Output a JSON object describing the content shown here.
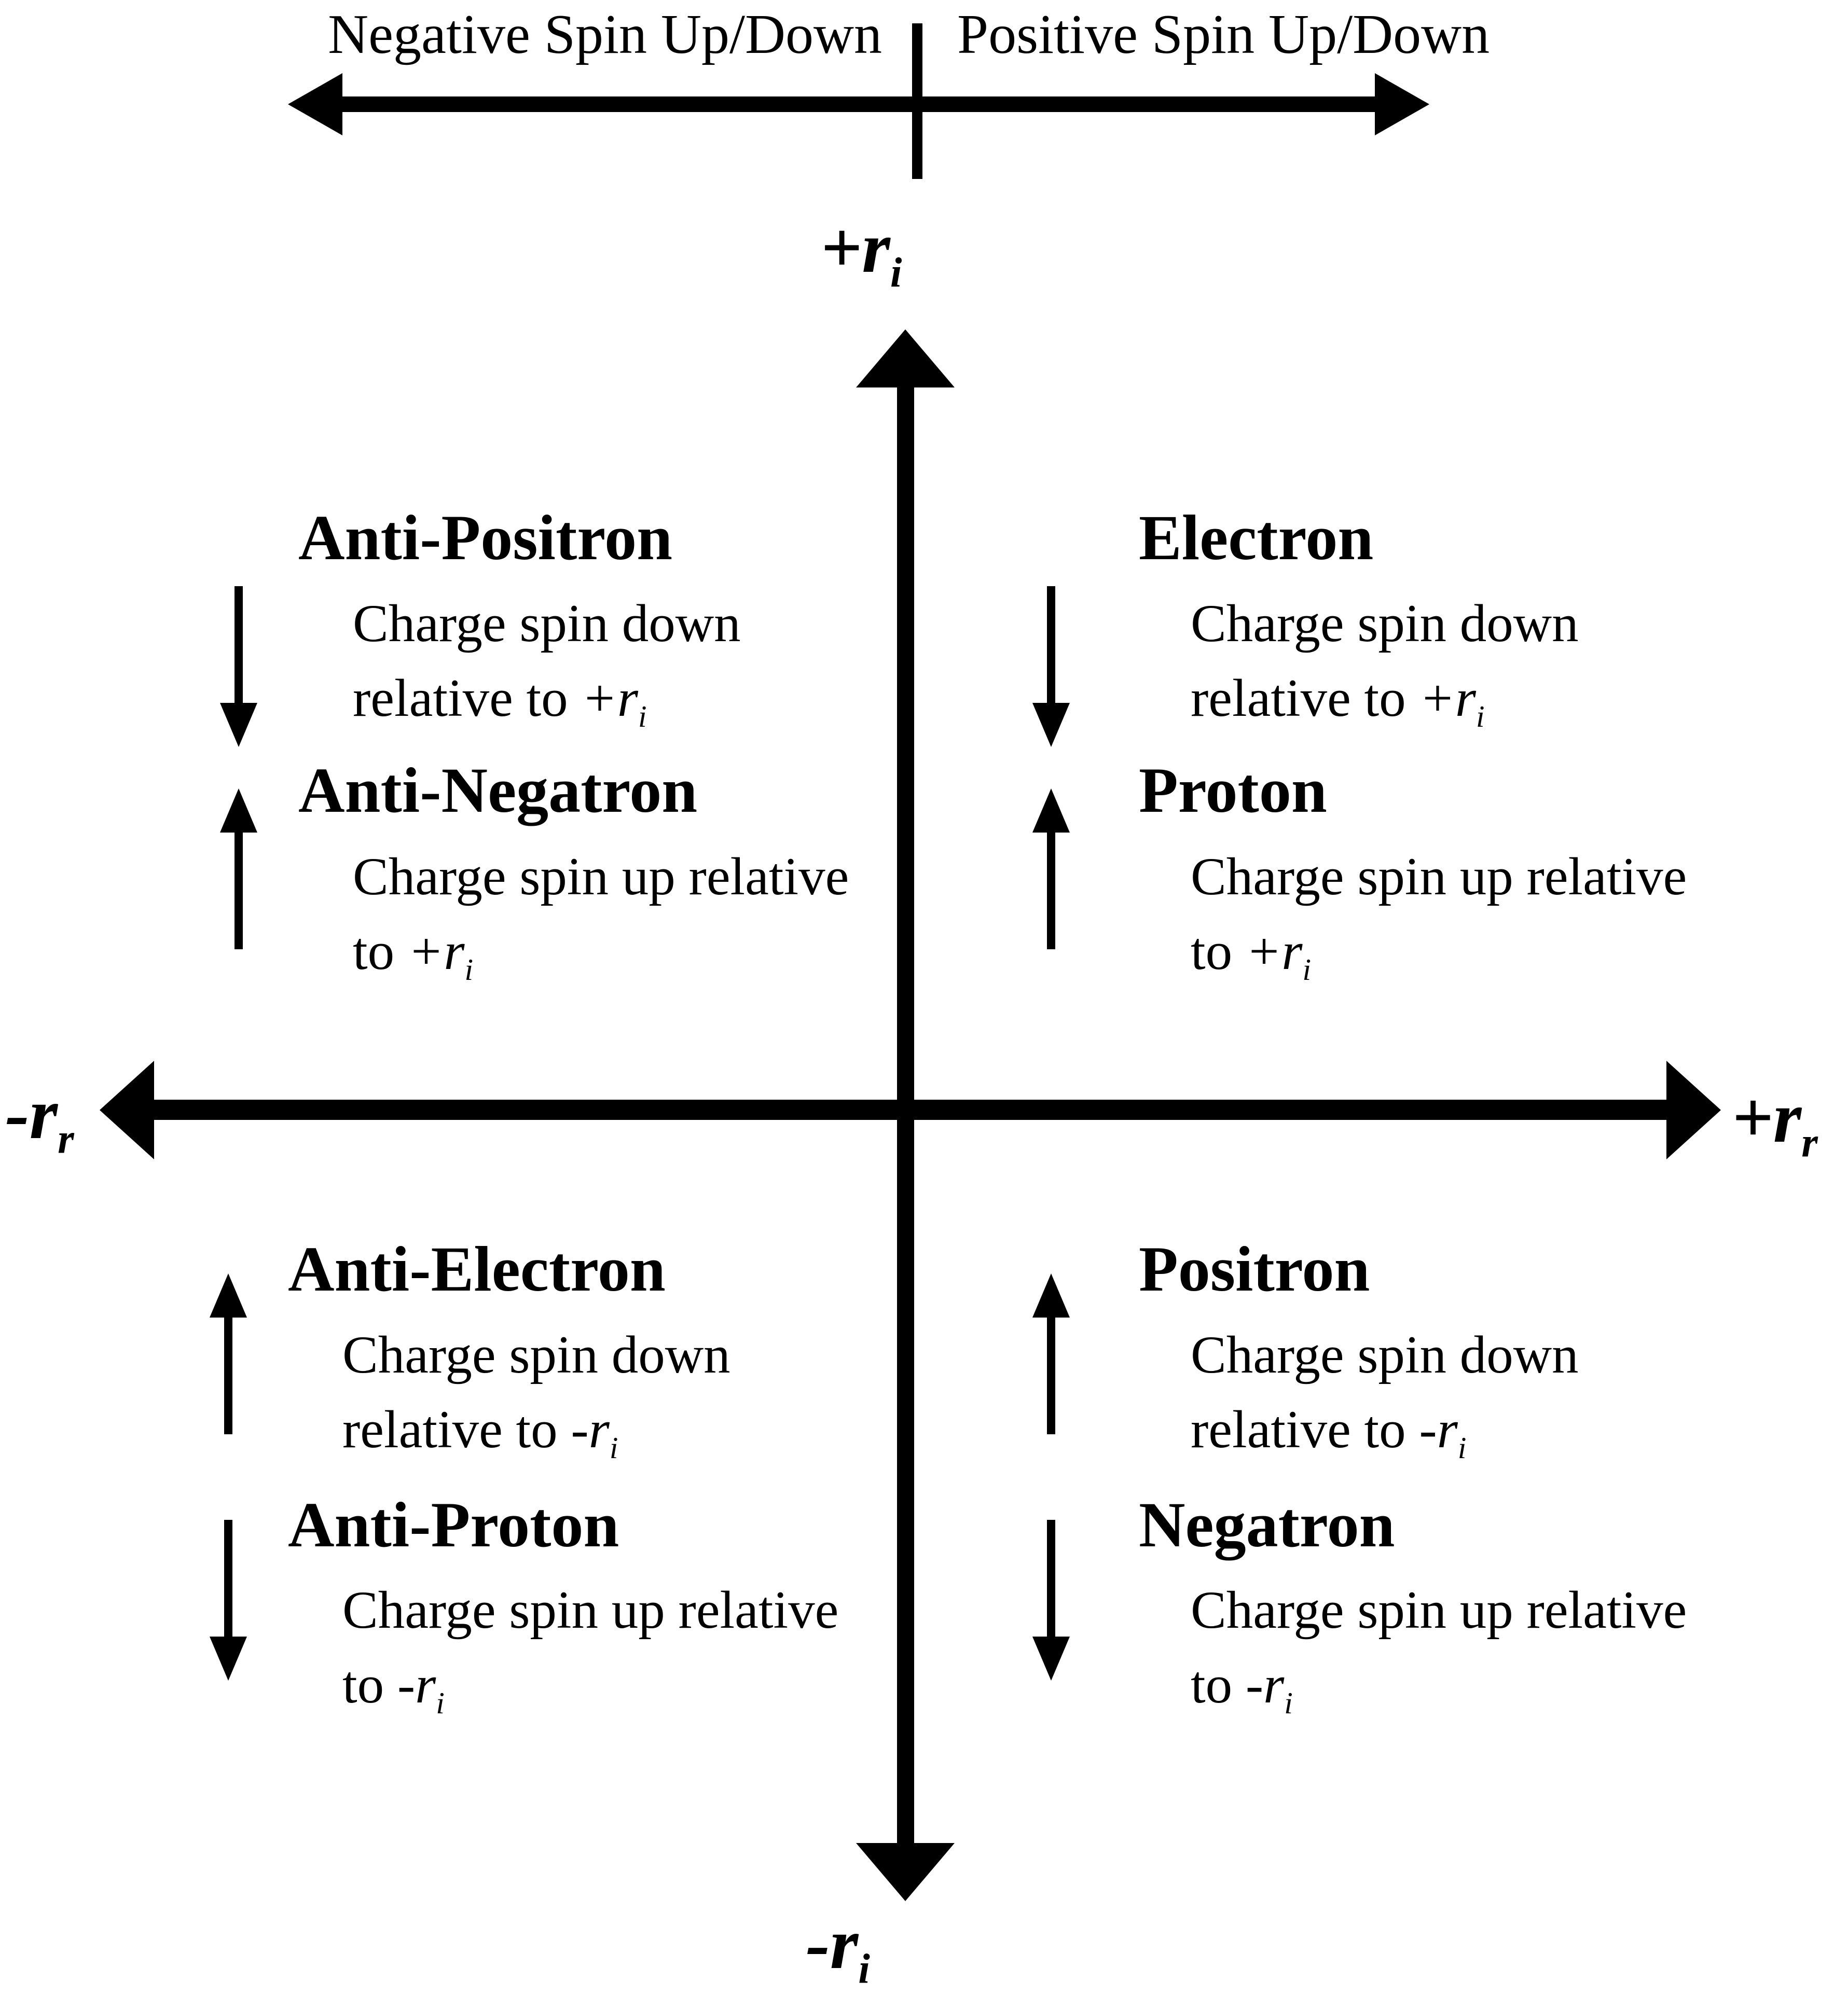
{
  "legend": {
    "left_label": "Negative Spin Up/Down",
    "right_label": "Positive Spin Up/Down"
  },
  "axis_labels": {
    "top": {
      "text": "+r",
      "sub": "i"
    },
    "bottom": {
      "text": "-r",
      "sub": "i"
    },
    "left": {
      "text": "-r",
      "sub": "r"
    },
    "right": {
      "text": "+r",
      "sub": "r"
    }
  },
  "quadrants": {
    "top_left": {
      "entries": [
        {
          "name": "Anti-Positron",
          "spin_arrow": "down",
          "desc1": "Charge spin down",
          "desc2_prefix": "relative to ",
          "ref": "+r",
          "ref_sub": "i"
        },
        {
          "name": "Anti-Negatron",
          "spin_arrow": "up",
          "desc1": "Charge spin up relative",
          "desc2_prefix": "to ",
          "ref": "+r",
          "ref_sub": "i"
        }
      ]
    },
    "top_right": {
      "entries": [
        {
          "name": "Electron",
          "spin_arrow": "down",
          "desc1": "Charge spin down",
          "desc2_prefix": "relative to ",
          "ref": "+r",
          "ref_sub": "i"
        },
        {
          "name": "Proton",
          "spin_arrow": "up",
          "desc1": "Charge spin up relative",
          "desc2_prefix": "to ",
          "ref": "+r",
          "ref_sub": "i"
        }
      ]
    },
    "bottom_left": {
      "entries": [
        {
          "name": "Anti-Electron",
          "spin_arrow": "up",
          "desc1": "Charge spin down",
          "desc2_prefix": "relative to ",
          "ref": "-r",
          "ref_sub": "i"
        },
        {
          "name": "Anti-Proton",
          "spin_arrow": "down",
          "desc1": "Charge spin up relative",
          "desc2_prefix": "to ",
          "ref": "-r",
          "ref_sub": "i"
        }
      ]
    },
    "bottom_right": {
      "entries": [
        {
          "name": "Positron",
          "spin_arrow": "up",
          "desc1": "Charge spin down",
          "desc2_prefix": "relative to ",
          "ref": "-r",
          "ref_sub": "i"
        },
        {
          "name": "Negatron",
          "spin_arrow": "down",
          "desc1": "Charge spin up relative",
          "desc2_prefix": "to ",
          "ref": "-r",
          "ref_sub": "i"
        }
      ]
    }
  },
  "colors": {
    "foreground": "#000000",
    "background": "#ffffff"
  }
}
